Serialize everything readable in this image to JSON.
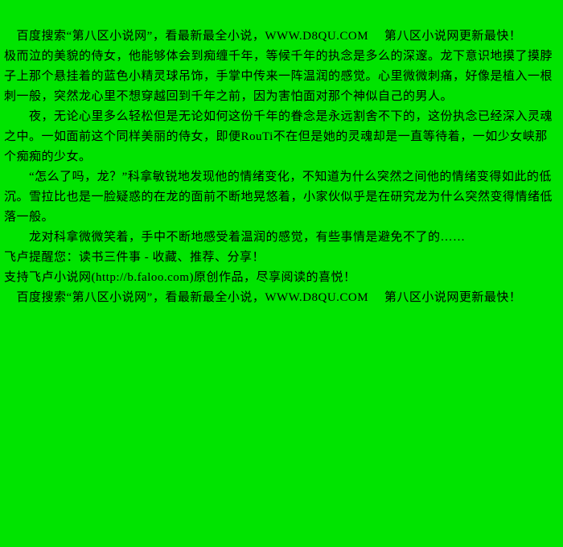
{
  "page": {
    "bg_color": "#00e400",
    "text_color": "#000000"
  },
  "content": {
    "ad_top": "　百度搜索“第八区小说网”，看最新最全小说，WWW.D8QU.COM　 第八区小说网更新最快！",
    "paragraphs": [
      "极而泣的美貌的侍女，他能够体会到痴缠千年，等候千年的执念是多么的深邃。龙下意识地摸了摸脖子上那个悬挂着的蓝色小精灵球吊饰，手掌中传来一阵温润的感觉。心里微微刺痛，好像是植入一根刺一般，突然龙心里不想穿越回到千年之前，因为害怕面对那个神似自己的男人。",
      "　　夜，无论心里多么轻松但是无论如何这份千年的眷念是永远割舍不下的，这份执念已经深入灵魂之中。一如面前这个同样美丽的侍女，即便RouTi不在但是她的灵魂却是一直等待着，一如少女峡那个痴痴的少女。",
      "　　“怎么了吗，龙？”科拿敏锐地发现他的情绪变化，不知道为什么突然之间他的情绪变得如此的低沉。雪拉比也是一脸疑惑的在龙的面前不断地晃悠着，小家伙似乎是在研究龙为什么突然变得情绪低落一般。",
      "　　龙对科拿微微笑着，手中不断地感受着温润的感觉，有些事情是避免不了的……"
    ],
    "reminder": "飞卢提醒您：读书三件事 - 收藏、推荐、分享！",
    "support": "支持飞卢小说网(http://b.faloo.com)原创作品，尽享阅读的喜悦！",
    "ad_bottom": "　百度搜索“第八区小说网”，看最新最全小说，WWW.D8QU.COM　 第八区小说网更新最快！"
  }
}
